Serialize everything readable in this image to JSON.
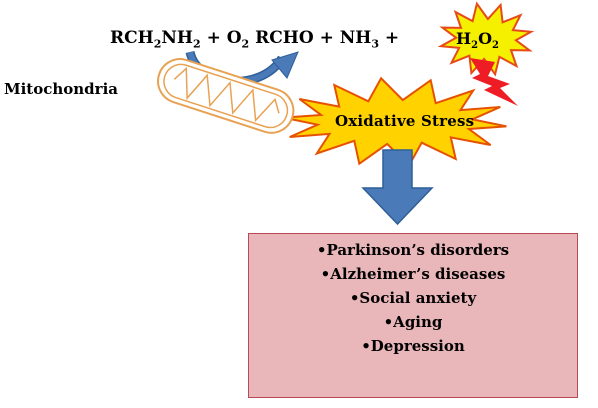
{
  "equation": {
    "reactant": [
      "RCH",
      "2",
      "NH",
      "2",
      " + O",
      "2",
      " RCHO + NH",
      "3",
      " +"
    ],
    "h2o2": [
      "H",
      "2",
      "O",
      "2"
    ]
  },
  "mitochondria_label": "Mitochondria",
  "stress_label": "Oxidative Stress",
  "outcomes": [
    "•Parkinson’s disorders",
    "•Alzheimer’s diseases",
    "•Social anxiety",
    "•Aging",
    "•Depression"
  ],
  "colors": {
    "curved_arrow": "#3a6fa8",
    "down_arrow": "#4a7ab8",
    "burst_fill": "#f4f000",
    "burst_stroke": "#e64a19",
    "stress_burst_fill": "#ffd200",
    "lightning": "#ee1c24",
    "mitochondria": "#e8a254",
    "outcome_box": "#e9b6b9"
  },
  "icons": [
    "curved-arrow",
    "explosion-burst",
    "lightning-bolt",
    "mitochondria-organelle",
    "down-arrow"
  ]
}
